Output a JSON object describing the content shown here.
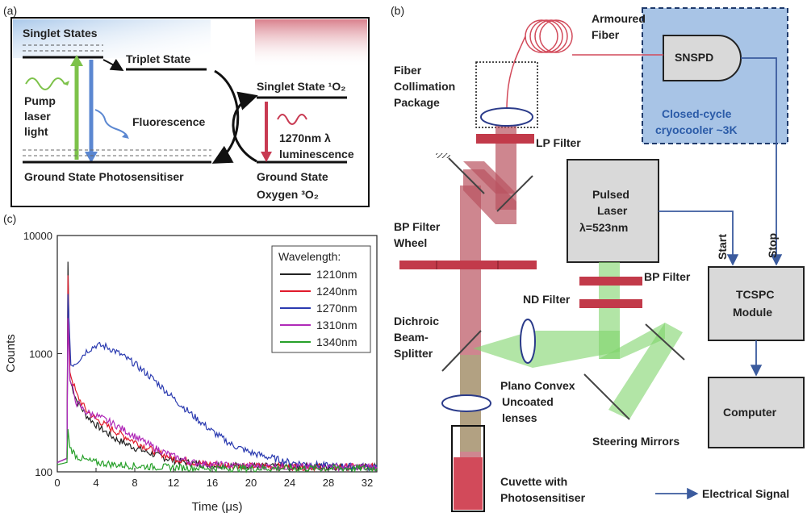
{
  "panel_a": {
    "tag": "(a)",
    "singlet_states": "Singlet States",
    "triplet_state": "Triplet State",
    "singlet_o2": "Singlet State ¹O₂",
    "pump": [
      "Pump",
      "laser",
      "light"
    ],
    "fluorescence": "Fluorescence",
    "luminescence": [
      "1270nm λ",
      "luminescence"
    ],
    "ground_ps": "Ground State Photosensitiser",
    "ground_o2": [
      "Ground State",
      "Oxygen ³O₂"
    ]
  },
  "panel_b": {
    "tag": "(b)",
    "armoured_fiber": [
      "Armoured",
      "Fiber"
    ],
    "snspd": "SNSPD",
    "cryocooler": [
      "Closed-cycle",
      "cryocooler ~3K"
    ],
    "fiber_collimation": [
      "Fiber",
      "Collimation",
      "Package"
    ],
    "lp_filter": "LP Filter",
    "pulsed_laser": [
      "Pulsed",
      "Laser",
      "λ=523nm"
    ],
    "bp_filter_wheel": [
      "BP Filter",
      "Wheel"
    ],
    "bp_filter": "BP Filter",
    "nd_filter": "ND Filter",
    "start": "Start",
    "stop": "Stop",
    "tcspc": [
      "TCSPC",
      "Module"
    ],
    "dichroic": [
      "Dichroic",
      "Beam-",
      "Splitter"
    ],
    "plano_convex": [
      "Plano Convex",
      "Uncoated",
      "lenses"
    ],
    "computer": "Computer",
    "steering": "Steering Mirrors",
    "cuvette": [
      "Cuvette with",
      "Photosensitiser"
    ],
    "electrical": "Electrical Signal"
  },
  "panel_c": {
    "tag": "(c)",
    "legend_title": "Wavelength:",
    "colors": {
      "1210": "#222222",
      "1240": "#e01a2b",
      "1270": "#2b3bb0",
      "1310": "#b02ab8",
      "1340": "#27a02a"
    }
  },
  "chart_data": {
    "type": "line",
    "xlabel": "Time (μs)",
    "ylabel": "Counts",
    "xlim": [
      0,
      33
    ],
    "ylim": [
      100,
      10000
    ],
    "yscale": "log",
    "xticks": [
      "0",
      "4",
      "8",
      "12",
      "16",
      "20",
      "24",
      "28",
      "32"
    ],
    "yticks": [
      "100",
      "1000",
      "10000"
    ],
    "legend": "top-right",
    "series": [
      {
        "name": "1210nm",
        "x": [
          0,
          1.0,
          1.1,
          1.3,
          2,
          3,
          4,
          6,
          8,
          10,
          12,
          14,
          16,
          20,
          25,
          33
        ],
        "y": [
          120,
          130,
          6000,
          600,
          400,
          300,
          250,
          190,
          160,
          140,
          125,
          118,
          114,
          112,
          110,
          110
        ]
      },
      {
        "name": "1240nm",
        "x": [
          0,
          1.0,
          1.1,
          1.3,
          2,
          3,
          4,
          6,
          8,
          10,
          12,
          14,
          16,
          20,
          25,
          33
        ],
        "y": [
          120,
          130,
          4600,
          700,
          450,
          330,
          280,
          220,
          180,
          150,
          130,
          120,
          115,
          112,
          110,
          110
        ]
      },
      {
        "name": "1270nm",
        "x": [
          0,
          1.0,
          1.1,
          1.4,
          2,
          3,
          4,
          5,
          6,
          8,
          10,
          12,
          14,
          16,
          18,
          20,
          24,
          28,
          33
        ],
        "y": [
          120,
          130,
          3200,
          800,
          850,
          1050,
          1180,
          1150,
          1050,
          820,
          600,
          420,
          300,
          220,
          170,
          145,
          120,
          112,
          110
        ]
      },
      {
        "name": "1310nm",
        "x": [
          0,
          1.0,
          1.1,
          1.3,
          2,
          3,
          4,
          6,
          8,
          10,
          12,
          14,
          16,
          20,
          25,
          33
        ],
        "y": [
          120,
          130,
          2000,
          600,
          380,
          320,
          300,
          250,
          200,
          160,
          135,
          120,
          115,
          112,
          110,
          110
        ]
      },
      {
        "name": "1340nm",
        "x": [
          0,
          1.0,
          1.1,
          1.3,
          2,
          3,
          4,
          6,
          8,
          10,
          14,
          20,
          33
        ],
        "y": [
          115,
          120,
          230,
          160,
          135,
          125,
          120,
          115,
          112,
          110,
          108,
          107,
          107
        ]
      }
    ]
  }
}
